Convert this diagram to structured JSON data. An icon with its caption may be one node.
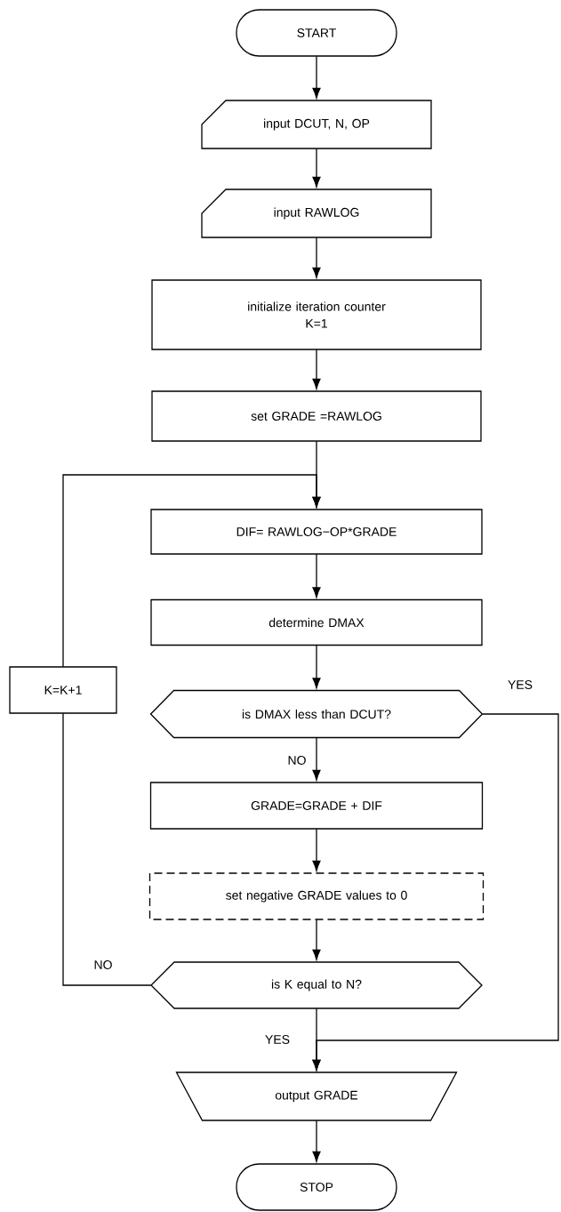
{
  "diagram": {
    "nodes": [
      {
        "text": [
          "START"
        ]
      },
      {
        "text": [
          "input DCUT, N, OP"
        ]
      },
      {
        "text": [
          "input RAWLOG"
        ]
      },
      {
        "text": [
          "initialize iteration counter",
          "K=1"
        ]
      },
      {
        "text": [
          "set GRADE =RAWLOG"
        ]
      },
      {
        "text": [
          "DIF= RAWLOG−OP*GRADE"
        ]
      },
      {
        "text": [
          "determine DMAX"
        ]
      },
      {
        "text": [
          "is DMAX less than DCUT?"
        ]
      },
      {
        "text": [
          "GRADE=GRADE + DIF"
        ]
      },
      {
        "text": [
          "set negative GRADE values to 0"
        ]
      },
      {
        "text": [
          "is K equal to N?"
        ]
      },
      {
        "text": [
          "output GRADE"
        ]
      },
      {
        "text": [
          "STOP"
        ]
      },
      {
        "text": [
          "K=K+1"
        ]
      }
    ],
    "edges": [
      {
        "from": 0,
        "to": 1,
        "arrow": "to"
      },
      {
        "from": 1,
        "to": 2,
        "arrow": "to"
      },
      {
        "from": 2,
        "to": 3,
        "arrow": "to"
      },
      {
        "from": 3,
        "to": 4,
        "arrow": "to"
      },
      {
        "from": 4,
        "to": 5,
        "arrow": "to"
      },
      {
        "from": 5,
        "to": 6,
        "arrow": "to"
      },
      {
        "from": 6,
        "to": 7,
        "arrow": "to"
      },
      {
        "from": 7,
        "to": 8,
        "arrow": "to",
        "label": "NO"
      },
      {
        "from": 7,
        "to": 11,
        "arrow": "to",
        "label": "YES"
      },
      {
        "from": 8,
        "to": 9,
        "arrow": "to"
      },
      {
        "from": 9,
        "to": 10,
        "arrow": "to"
      },
      {
        "from": 10,
        "to": 13,
        "arrow": "none",
        "label": "NO"
      },
      {
        "from": 13,
        "to": 5,
        "arrow": "to"
      },
      {
        "from": 10,
        "to": 11,
        "arrow": "to",
        "label": "YES"
      },
      {
        "from": 11,
        "to": 12,
        "arrow": "to"
      }
    ]
  }
}
